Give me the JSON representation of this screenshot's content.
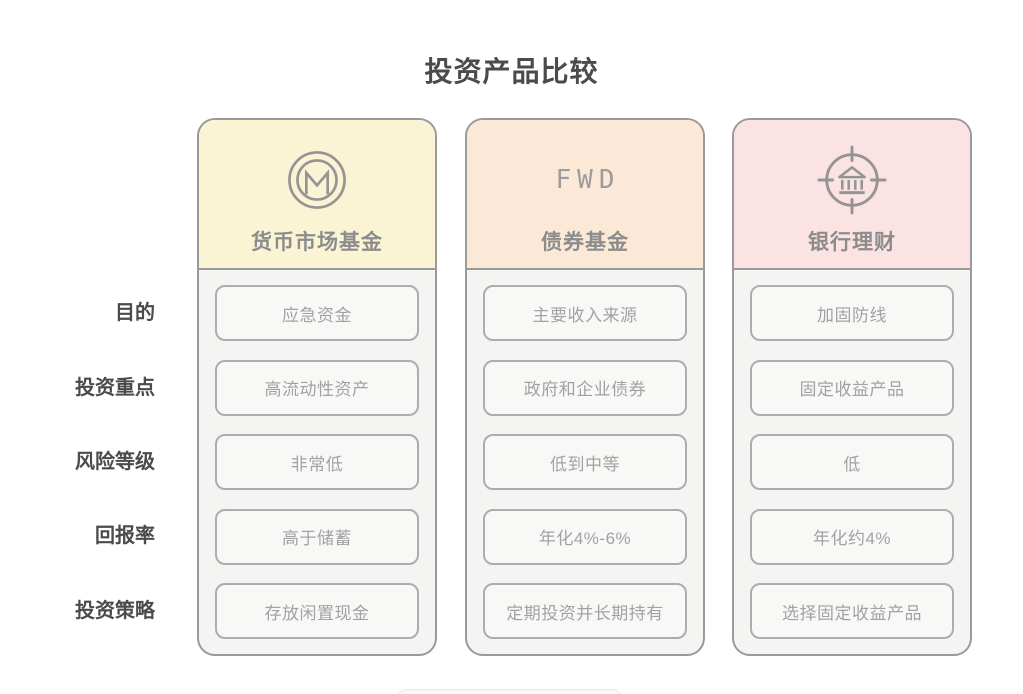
{
  "title": "投资产品比较",
  "row_labels": [
    "目的",
    "投资重点",
    "风险等级",
    "回报率",
    "投资策略"
  ],
  "columns": [
    {
      "name": "货币市场基金",
      "icon": "monero-coin-icon",
      "header_bg": "#faf3d4",
      "cells": [
        "应急资金",
        "高流动性资产",
        "非常低",
        "高于储蓄",
        "存放闲置现金"
      ]
    },
    {
      "name": "债券基金",
      "logo_text": "FWD",
      "header_bg": "#fbe8d7",
      "cells": [
        "主要收入来源",
        "政府和企业债券",
        "低到中等",
        "年化4%-6%",
        "定期投资并长期持有"
      ]
    },
    {
      "name": "银行理财",
      "icon": "bank-target-icon",
      "header_bg": "#fbe3e3",
      "cells": [
        "加固防线",
        "固定收益产品",
        "低",
        "年化约4%",
        "选择固定收益产品"
      ]
    }
  ],
  "colors": {
    "title_text": "#4b4b4b",
    "row_label_text": "#4b4b4b",
    "card_border": "#9a9a9a",
    "card_body_bg": "#f4f4f3",
    "cell_border": "#adadad",
    "cell_bg": "#f8f8f7",
    "cell_text": "#a2a2a2",
    "header_label_text": "#8c8c8c",
    "icon_stroke": "#949494",
    "header_bg_yellow": "#faf3d4",
    "header_bg_peach": "#fbe8d7",
    "header_bg_pink": "#fbe3e3"
  }
}
